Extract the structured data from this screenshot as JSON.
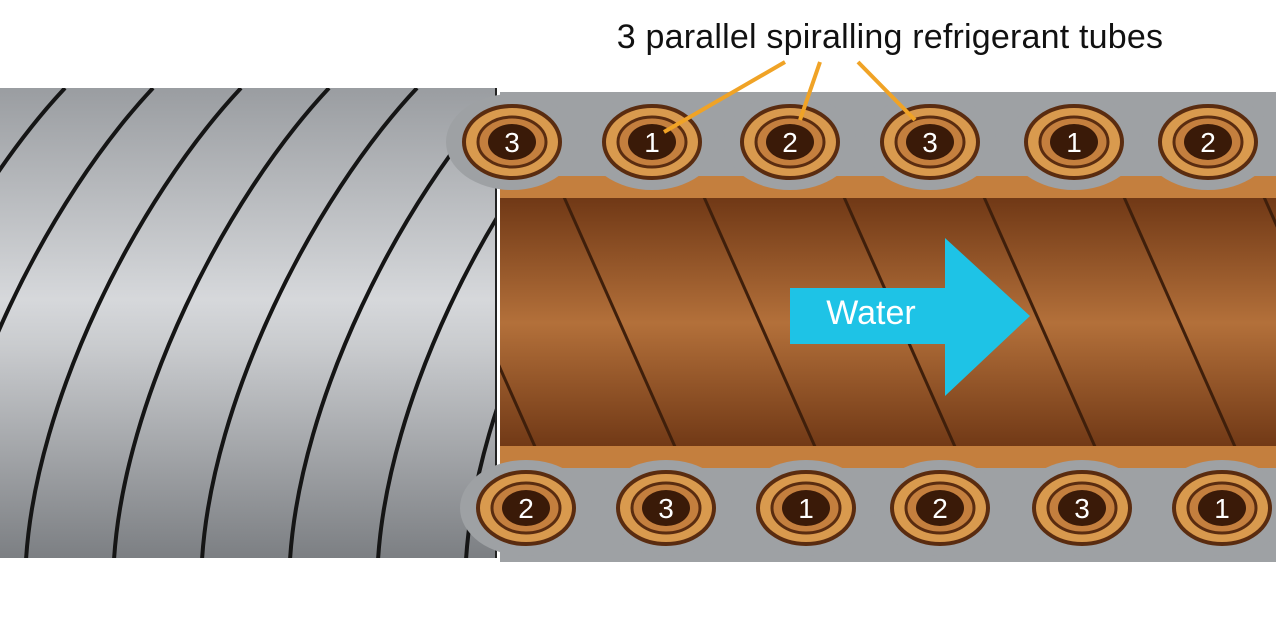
{
  "caption": "3 parallel spiralling refrigerant tubes",
  "flow": {
    "label": "Water",
    "color": "#1ec3e6"
  },
  "colors": {
    "tube_shell": "#a9acb0",
    "copper": "#a8652f",
    "copper_dark": "#5a2c10",
    "copper_light": "#d99a4e",
    "leader_lines": "#f0a326"
  },
  "top_tubes": [
    "3",
    "1",
    "2",
    "3",
    "1",
    "2"
  ],
  "bottom_tubes": [
    "2",
    "3",
    "1",
    "2",
    "3",
    "1"
  ],
  "icons": [
    "arrow-right-icon"
  ]
}
